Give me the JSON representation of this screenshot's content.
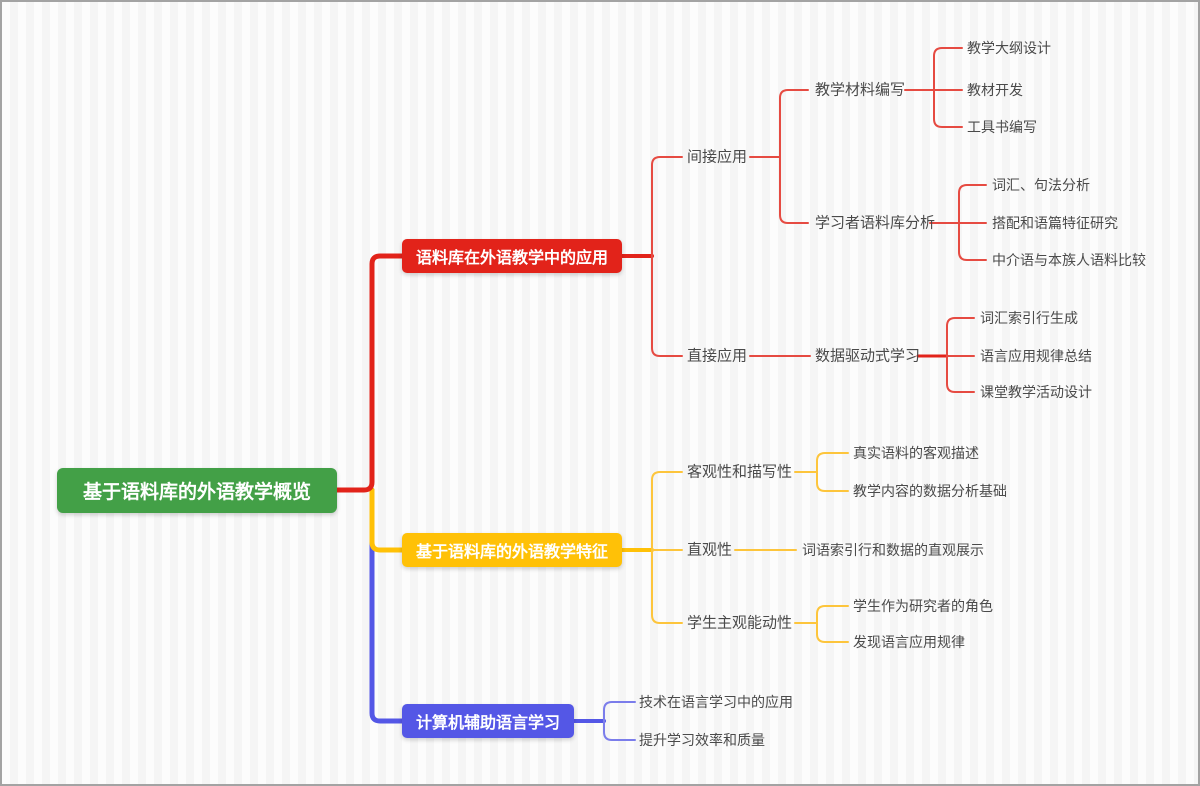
{
  "colors": {
    "root": "#43a047",
    "red": "#e2231a",
    "redline": "#e64b42",
    "yellow": "#ffc107",
    "yellowline": "#fdc53c",
    "blue": "#5457e6",
    "blueline": "#7b7deb",
    "label": "#4a4a4a",
    "nodetext": "#ffffff"
  },
  "map": {
    "root": {
      "label": "基于语料库的外语教学概览"
    },
    "branches": [
      {
        "label": "语料库在外语教学中的应用",
        "children": [
          {
            "label": "间接应用",
            "children": [
              {
                "label": "教学材料编写",
                "children": [
                  {
                    "label": "教学大纲设计"
                  },
                  {
                    "label": "教材开发"
                  },
                  {
                    "label": "工具书编写"
                  }
                ]
              },
              {
                "label": "学习者语料库分析",
                "children": [
                  {
                    "label": "词汇、句法分析"
                  },
                  {
                    "label": "搭配和语篇特征研究"
                  },
                  {
                    "label": "中介语与本族人语料比较"
                  }
                ]
              }
            ]
          },
          {
            "label": "直接应用",
            "children": [
              {
                "label": "数据驱动式学习",
                "children": [
                  {
                    "label": "词汇索引行生成"
                  },
                  {
                    "label": "语言应用规律总结"
                  },
                  {
                    "label": "课堂教学活动设计"
                  }
                ]
              }
            ]
          }
        ]
      },
      {
        "label": "基于语料库的外语教学特征",
        "children": [
          {
            "label": "客观性和描写性",
            "children": [
              {
                "label": "真实语料的客观描述"
              },
              {
                "label": "教学内容的数据分析基础"
              }
            ]
          },
          {
            "label": "直观性",
            "children": [
              {
                "label": "词语索引行和数据的直观展示"
              }
            ]
          },
          {
            "label": "学生主观能动性",
            "children": [
              {
                "label": "学生作为研究者的角色"
              },
              {
                "label": "发现语言应用规律"
              }
            ]
          }
        ]
      },
      {
        "label": "计算机辅助语言学习",
        "children": [
          {
            "label": "技术在语言学习中的应用"
          },
          {
            "label": "提升学习效率和质量"
          }
        ]
      }
    ]
  }
}
